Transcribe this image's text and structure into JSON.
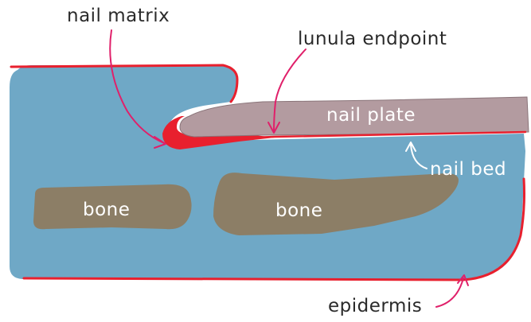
{
  "labels": {
    "nail_matrix": "nail matrix",
    "lunula_endpoint": "lunula endpoint",
    "nail_plate": "nail plate",
    "nail_bed": "nail bed",
    "bone_1": "bone",
    "bone_2": "bone",
    "epidermis": "epidermis"
  },
  "colors": {
    "tissue": "#6fa8c6",
    "epidermis_line": "#e8202e",
    "nail_plate": "#b39ba0",
    "bone": "#8c7e66",
    "arrow": "#e0206a",
    "text_dark": "#2a2a2a",
    "text_light": "#ffffff"
  }
}
